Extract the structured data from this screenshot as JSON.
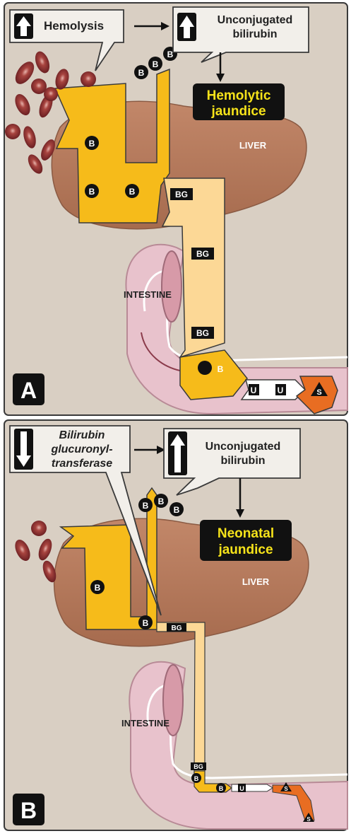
{
  "panel_a": {
    "letter": "A",
    "hemolysis": "Hemolysis",
    "unconjugated_line1": "Unconjugated",
    "unconjugated_line2": "bilirubin",
    "jaundice_line1": "Hemolytic",
    "jaundice_line2": "jaundice",
    "liver": "LIVER",
    "intestine": "INTESTINE",
    "b": "B",
    "bg": "BG",
    "u": "U",
    "s": "S"
  },
  "panel_b": {
    "letter": "B",
    "enzyme_line1": "Bilirubin",
    "enzyme_line2": "glucuronyl-",
    "enzyme_line3": "transferase",
    "unconjugated_line1": "Unconjugated",
    "unconjugated_line2": "bilirubin",
    "jaundice_line1": "Neonatal",
    "jaundice_line2": "jaundice",
    "liver": "LIVER",
    "intestine": "INTESTINE",
    "b": "B",
    "bg": "BG",
    "u": "U",
    "s": "S"
  },
  "colors": {
    "panel_bg": "#d9cfc3",
    "liver": "#b57b5d",
    "bile_unconjugated": "#f6bb1a",
    "bile_conjugated": "#fcd896",
    "intestine": "#e8c2cc",
    "stercobilin": "#e86d22",
    "jaundice_box": "#111111",
    "jaundice_text": "#f5e21a"
  }
}
